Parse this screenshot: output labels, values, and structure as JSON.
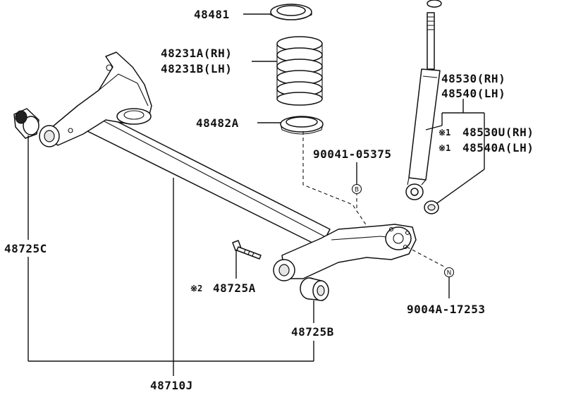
{
  "parts": {
    "spring_upper_seat": "48481",
    "coil_spring_rh": "48231A(RH)",
    "coil_spring_lh": "48231B(LH)",
    "spring_lower_insulator": "48482A",
    "shock_absorber_rh": "48530(RH)",
    "shock_absorber_lh": "48540(LH)",
    "shock_absorber_alt_rh_mark": "※1",
    "shock_absorber_alt_rh": "48530U(RH)",
    "shock_absorber_alt_lh_mark": "※1",
    "shock_absorber_alt_lh": "48540A(LH)",
    "bolt_90041": "90041-05375",
    "nut_9004a": "9004A-17253",
    "bushing_48725c": "48725C",
    "bolt_48725a_mark": "※2",
    "bolt_48725a": "48725A",
    "bushing_48725b": "48725B",
    "axle_beam": "48710J"
  },
  "markers": {
    "bolt_marker": "B",
    "nut_marker": "N"
  }
}
